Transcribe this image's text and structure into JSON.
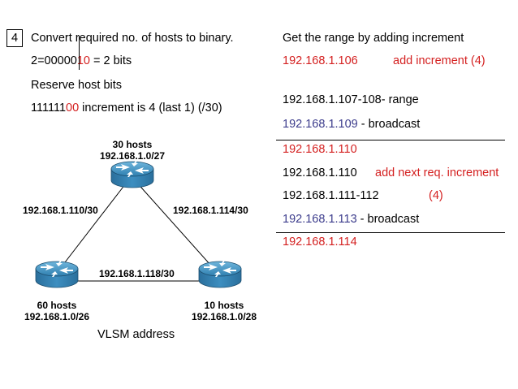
{
  "step_number": "4",
  "left_steps": {
    "line1": "Convert required no. of hosts to binary.",
    "line2_prefix": "2=00000",
    "line2_highlight": "10",
    "line2_suffix": " = 2 bits",
    "line3": "Reserve host bits",
    "line4_prefix": "111111",
    "line4_highlight": "00",
    "line4_suffix": " increment is 4 (last 1) (/30)"
  },
  "right_steps": {
    "heading": "Get the range by adding increment",
    "r1_ip": "192.168.1.106",
    "r1_note": "add increment (4)",
    "r2": "192.168.1.107-108- range",
    "r3_ip": "192.168.1.109",
    "r3_suffix": " - broadcast",
    "r4": "192.168.1.110",
    "r5_ip": "192.168.1.110",
    "r5_note": "add next req. increment",
    "r6_range": "192.168.1.111-112",
    "r6_note": "(4)",
    "r7_ip": "192.168.1.113",
    "r7_suffix": " - broadcast",
    "r8": "192.168.1.114"
  },
  "diagram": {
    "top_router": {
      "hosts": "30 hosts",
      "network": "192.168.1.0/27"
    },
    "left_router": {
      "hosts": "60 hosts",
      "network": "192.168.1.0/26"
    },
    "right_router": {
      "hosts": "10 hosts",
      "network": "192.168.1.0/28"
    },
    "link_left": "192.168.1.110/30",
    "link_right": "192.168.1.114/30",
    "link_bottom": "192.168.1.118/30",
    "caption": "VLSM address"
  },
  "colors": {
    "highlight_red": "#d42020",
    "broadcast_blue": "#3c3c8c",
    "router_blue": "#2f7fb0"
  },
  "icons": [
    "router-icon"
  ]
}
